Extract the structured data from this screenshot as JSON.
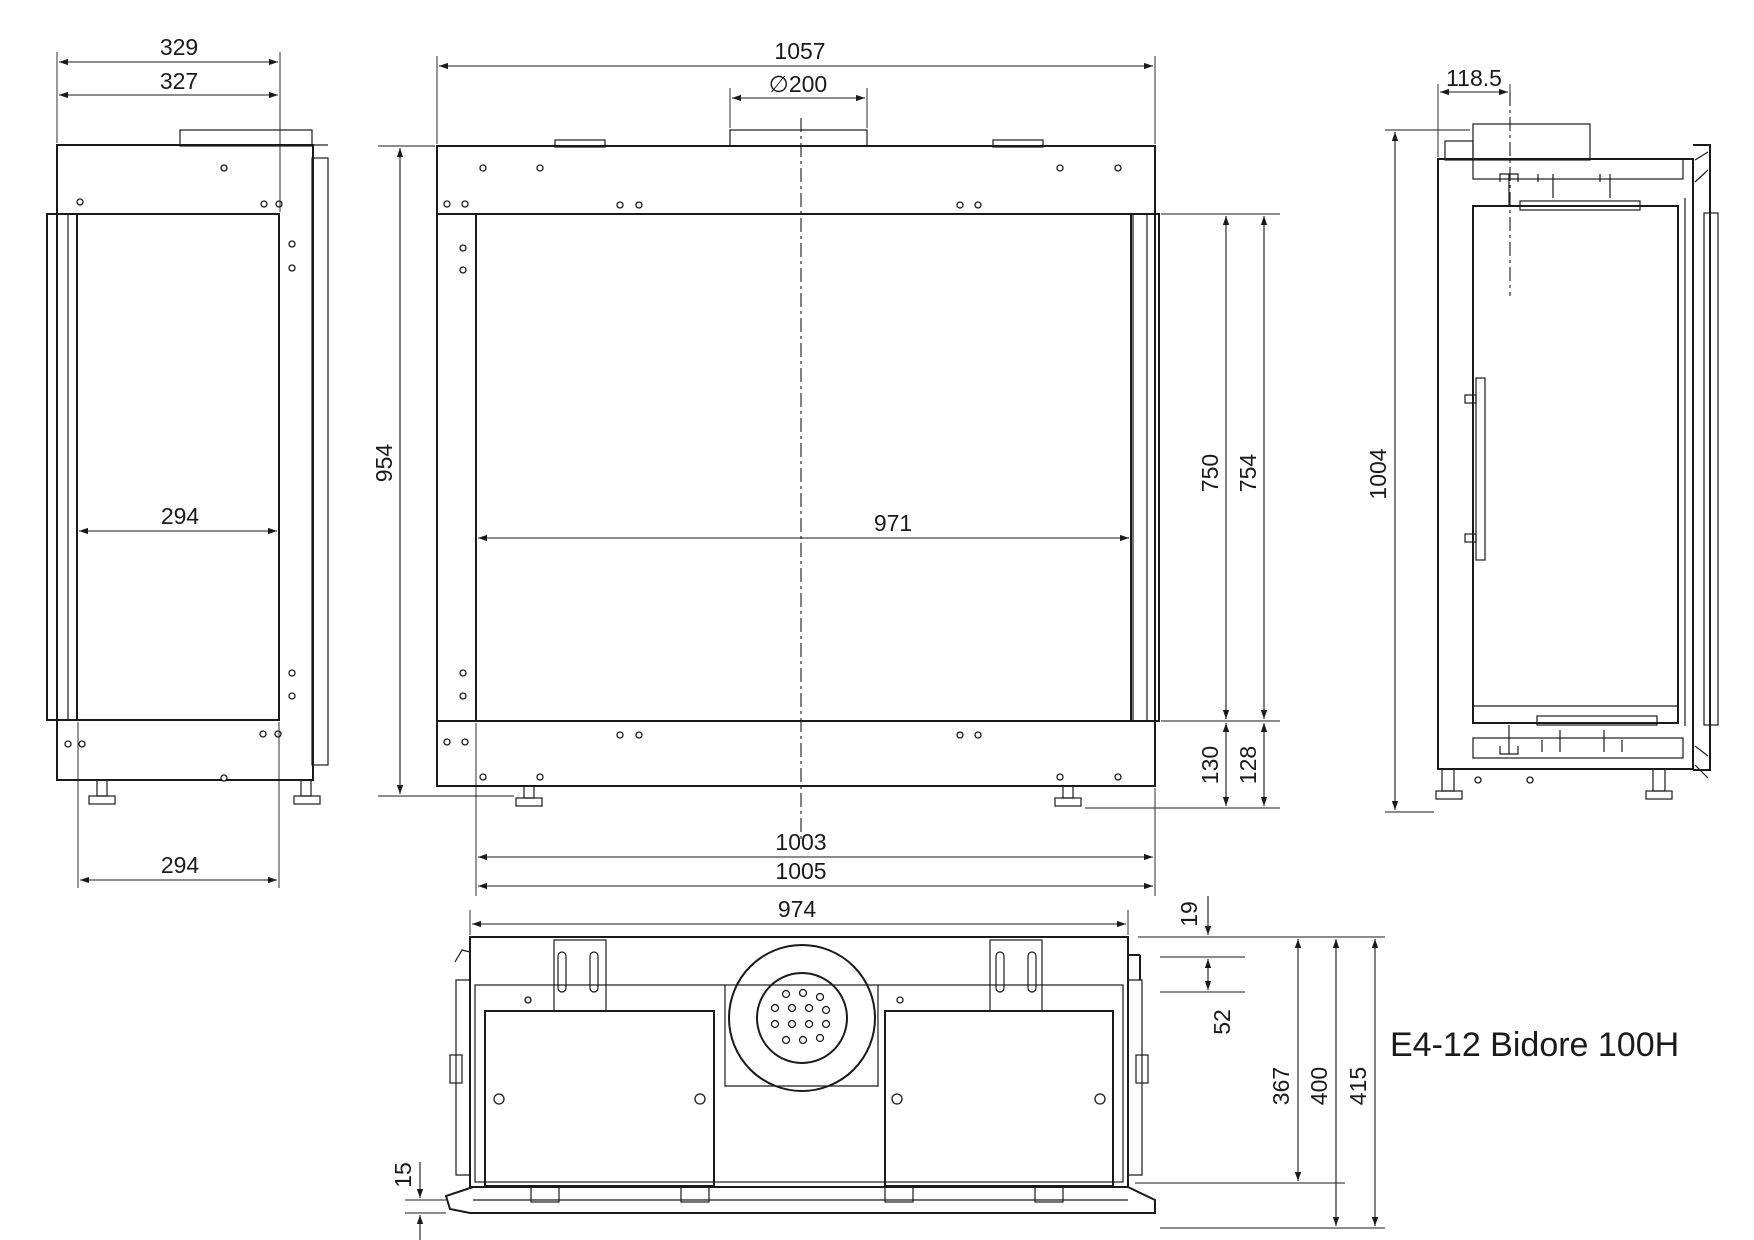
{
  "title": "E4-12 Bidore 100H",
  "dimensions": {
    "side_left": {
      "top_outer": "329",
      "top_inner": "327",
      "glass_width": "294",
      "bottom_width": "294"
    },
    "front": {
      "total_width": "1057",
      "flue_diameter": "∅200",
      "glass_width": "971",
      "height": "954",
      "bottom_width_1": "1003",
      "bottom_width_2": "1005",
      "glass_height_1": "750",
      "glass_height_2": "754",
      "base_height_1": "130",
      "base_height_2": "128"
    },
    "side_right": {
      "flue_offset": "118.5",
      "height": "1004"
    },
    "top_view": {
      "width": "974",
      "top_offset": "19",
      "flue_offset": "52",
      "depth_1": "367",
      "depth_2": "400",
      "depth_3": "415",
      "front_offset": "15"
    }
  }
}
